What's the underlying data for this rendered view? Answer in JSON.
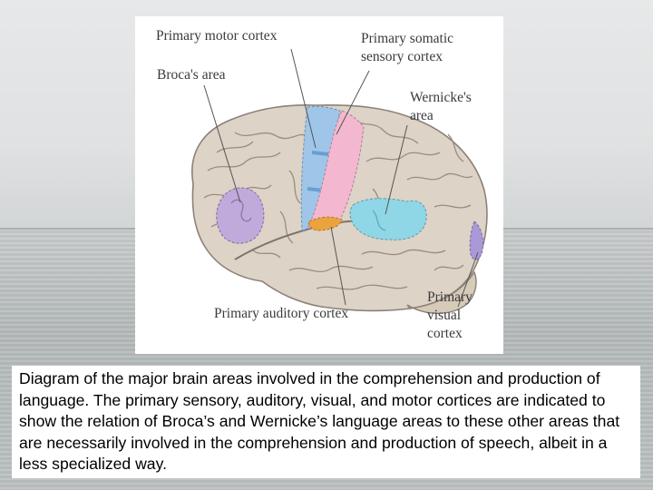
{
  "diagram": {
    "labels": {
      "primary_motor_cortex": "Primary motor cortex",
      "primary_somatic_sensory_cortex": "Primary somatic\nsensory cortex",
      "brocas_area": "Broca's area",
      "wernickes_area": "Wernicke's\narea",
      "primary_auditory_cortex": "Primary auditory cortex",
      "primary_visual_cortex": "Primary\nvisual\ncortex"
    },
    "colors": {
      "brain": "#ddd3c6",
      "sulcus": "#8c8078",
      "motor": "#9fc6e9",
      "sensory": "#f3b7d0",
      "broca": "#c0a9db",
      "wernicke": "#8fd6e6",
      "auditory": "#eba33e",
      "visual": "#a999d6"
    }
  },
  "caption": "Diagram of the major brain areas involved in the comprehension and production of language. The primary sensory, auditory, visual, and motor cortices are indicated to show the relation of Broca’s and Wernicke’s language areas to these other areas that are necessarily involved in the comprehension and production of speech, albeit in a less specialized way."
}
